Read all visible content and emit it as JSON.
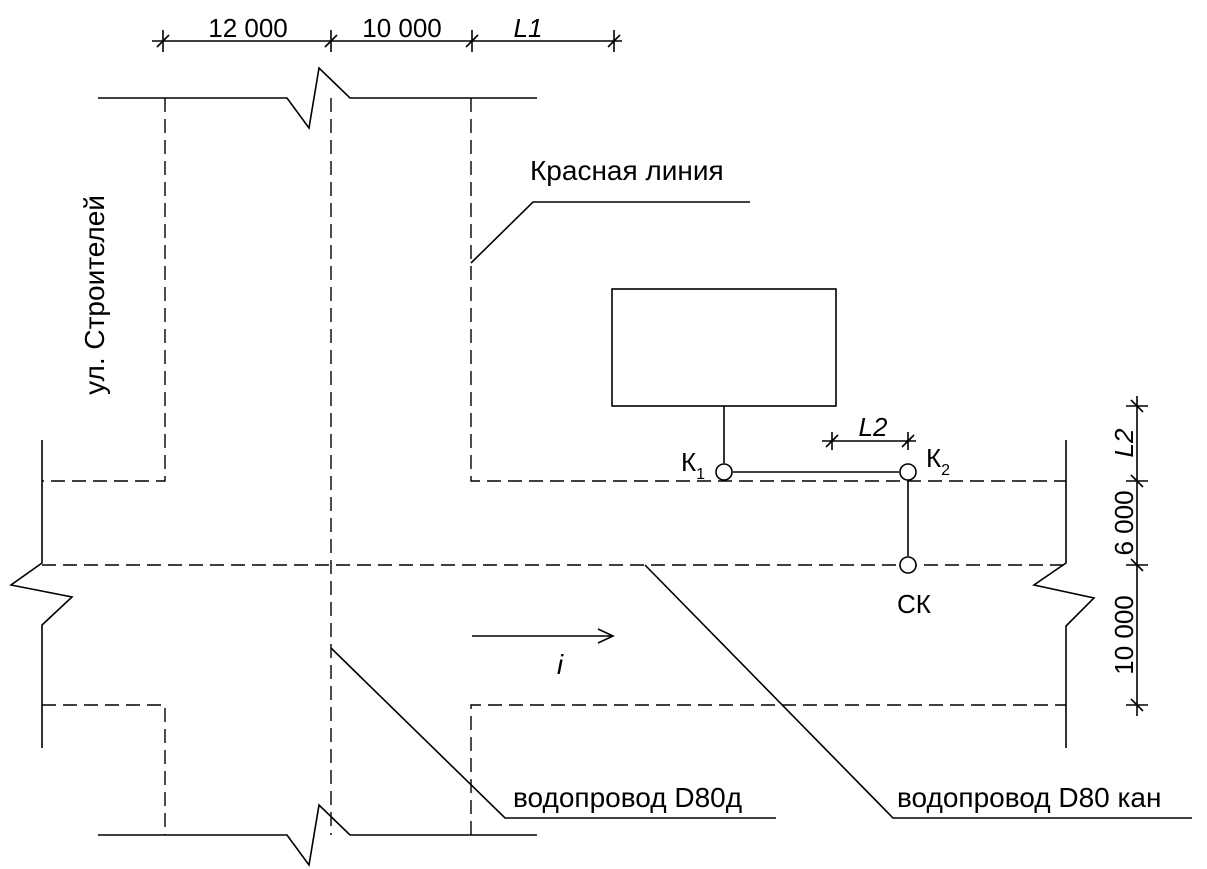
{
  "dimensions_top": {
    "a": "12 000",
    "b": "10 000",
    "c": "L1"
  },
  "dimensions_right": {
    "a": "L2",
    "b": "6 000",
    "c": "10 000"
  },
  "dimension_between_wells": "L2",
  "street_label": "ул. Строителей",
  "red_line_label": "Красная линия",
  "wells": {
    "k1": {
      "letter": "К",
      "index": "1"
    },
    "k2": {
      "letter": "К",
      "index": "2"
    },
    "street_well": "СК"
  },
  "slope_label": "i",
  "water_pipe_label": "водопровод D80д",
  "sewer_label": "водопровод D80 кан"
}
